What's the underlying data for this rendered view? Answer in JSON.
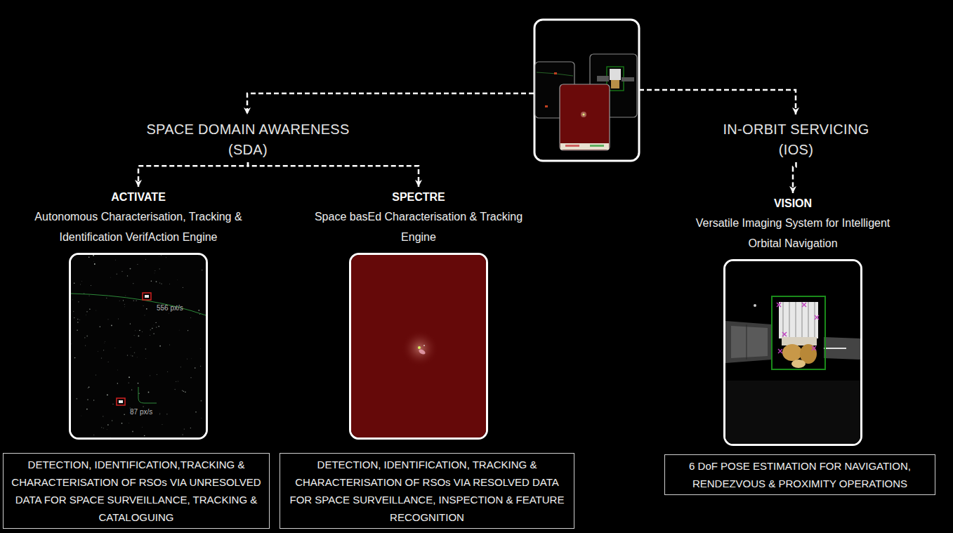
{
  "diagram": {
    "nodes": [
      {
        "text": [
          "SPACE DOMAIN AWARENESS (SDA)"
        ]
      },
      {
        "text": [
          "IN-ORBIT SERVICING (IOS)"
        ]
      },
      {
        "text": [
          "ACTIVATE",
          "Autonomous Characterisation, Tracking & Identification VerifAction Engine"
        ]
      },
      {
        "text": [
          "SPECTRE",
          "Space basEd Characterisation & Tracking Engine"
        ]
      },
      {
        "text": [
          "VISION",
          "Versatile Imaging System for Intelligent Orbital Navigation"
        ]
      },
      {
        "text": [
          "DETECTION, IDENTIFICATION,TRACKING & CHARACTERISATION OF RSOs VIA UNRESOLVED DATA FOR SPACE SURVEILLANCE, TRACKING & CATALOGUING"
        ]
      },
      {
        "text": [
          "DETECTION, IDENTIFICATION, TRACKING & CHARACTERISATION OF RSOs VIA RESOLVED DATA FOR SPACE SURVEILLANCE, INSPECTION & FEATURE RECOGNITION"
        ]
      },
      {
        "text": [
          "6 DoF POSE ESTIMATION FOR NAVIGATION, RENDEZVOUS & PROXIMITY OPERATIONS"
        ]
      }
    ],
    "edges": [
      {
        "from": 0,
        "to": 2,
        "arrow": "to"
      },
      {
        "from": 0,
        "to": 3,
        "arrow": "to"
      },
      {
        "from": 1,
        "to": 4,
        "arrow": "to"
      }
    ],
    "labels": [
      "556 px/s",
      "87 px/s"
    ]
  }
}
